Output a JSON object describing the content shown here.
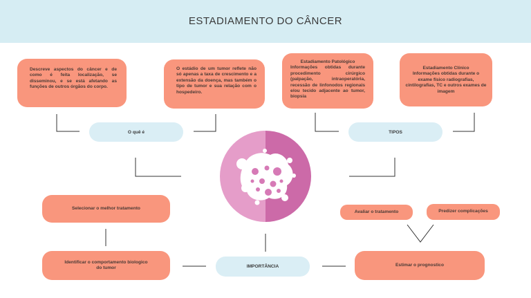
{
  "title": "ESTADIAMENTO DO CÂNCER",
  "o_que_e": {
    "label": "O quê é",
    "desc1": "Descreve aspectos do câncer e de como é feita localização, se disseminou, e se está afetando as funções de outros órgãos do corpo.",
    "desc2": "O estádio de um tumor reflete não só apenas a taxa de crescimento e a extensão da doença, mas também o tipo de tumor e sua relação com o hospedeiro."
  },
  "tipos": {
    "label": "TIPOS",
    "patologico_title": "Estadiamento Patológico",
    "patologico_text": "Informações obtidas durante procedimento cirúrgico (palpação, intraoperatória, recessão de linfonodos regionais e/ou tecido adjacente ao tumor, biopsia",
    "clinico_title": "Estadiamento Clínico",
    "clinico_text": "Informações obtidas durante o exame físico radiografias, cintilografias, TC e outros exames de imagem"
  },
  "importancia": {
    "label": "IMPORTÂNCIA",
    "selecionar": "Selecionar o melhor tratamento",
    "identificar": "Identificar o comportamento biologico do tumor",
    "estimar": "Estimar o prognostico",
    "avaliar": "Avaliar o tratamento",
    "predizer": "Predizer complicações"
  },
  "colors": {
    "header_bg": "#d6edf3",
    "box_fill": "#f9967d",
    "pill_fill": "#daeef5",
    "circle_left": "#e59dc9",
    "circle_right": "#cc6aa8"
  },
  "icons": [
    "cancer-cell-icon"
  ]
}
